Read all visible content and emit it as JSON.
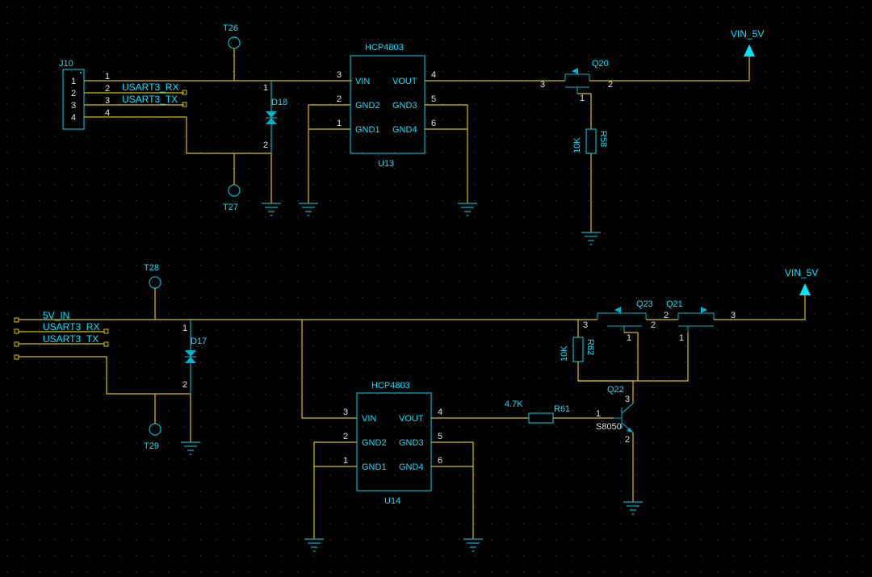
{
  "colors": {
    "background": "#000000",
    "wire": "#d7c000",
    "component": "#00b4c8",
    "label": "#00e5ff",
    "grid": "#3a3a3a"
  },
  "top": {
    "connector": {
      "ref": "J10",
      "pins": [
        "1",
        "2",
        "3",
        "4"
      ]
    },
    "nets": {
      "rx": "USART3_RX",
      "tx": "USART3_TX",
      "vin": "VIN_5V"
    },
    "tp_a": "T26",
    "tp_b": "T27",
    "diode": {
      "ref": "D18",
      "p1": "1",
      "p2": "2"
    },
    "ic": {
      "part": "HCP4803",
      "ref": "U13",
      "vin": "VIN",
      "gnd2": "GND2",
      "gnd1": "GND1",
      "vout": "VOUT",
      "gnd3": "GND3",
      "gnd4": "GND4",
      "n_vin": "3",
      "n_gnd2": "2",
      "n_gnd1": "1",
      "n_vout": "4",
      "n_gnd3": "5",
      "n_gnd4": "6"
    },
    "mosfet": {
      "ref": "Q20",
      "p3": "3",
      "p2": "2",
      "p1": "1"
    },
    "resistor": {
      "ref": "R58",
      "value": "10K"
    },
    "j_pin_1": "1",
    "j_pin_2": "2",
    "j_pin_3": "3",
    "j_pin_4": "4"
  },
  "bottom": {
    "nets": {
      "in": "5V_IN",
      "rx": "USART3_RX",
      "tx": "USART3_TX",
      "vin": "VIN_5V"
    },
    "tp_a": "T28",
    "tp_b": "T29",
    "diode": {
      "ref": "D17",
      "p1": "1",
      "p2": "2"
    },
    "ic": {
      "part": "HCP4803",
      "ref": "U14",
      "vin": "VIN",
      "gnd2": "GND2",
      "gnd1": "GND1",
      "vout": "VOUT",
      "gnd3": "GND3",
      "gnd4": "GND4",
      "n_vin": "3",
      "n_gnd2": "2",
      "n_gnd1": "1",
      "n_vout": "4",
      "n_gnd3": "5",
      "n_gnd4": "6"
    },
    "mosfet_a": {
      "ref": "Q23",
      "p3": "3",
      "p2": "2",
      "p1": "1"
    },
    "mosfet_b": {
      "ref": "Q21",
      "p2": "2",
      "p3": "3",
      "p1": "1"
    },
    "resistor_pullup": {
      "ref": "R62",
      "value": "10K"
    },
    "resistor_base": {
      "ref": "R61",
      "value": "4.7K"
    },
    "transistor": {
      "ref": "Q22",
      "part": "S8050",
      "p1": "1",
      "p2": "2",
      "p3": "3"
    }
  }
}
